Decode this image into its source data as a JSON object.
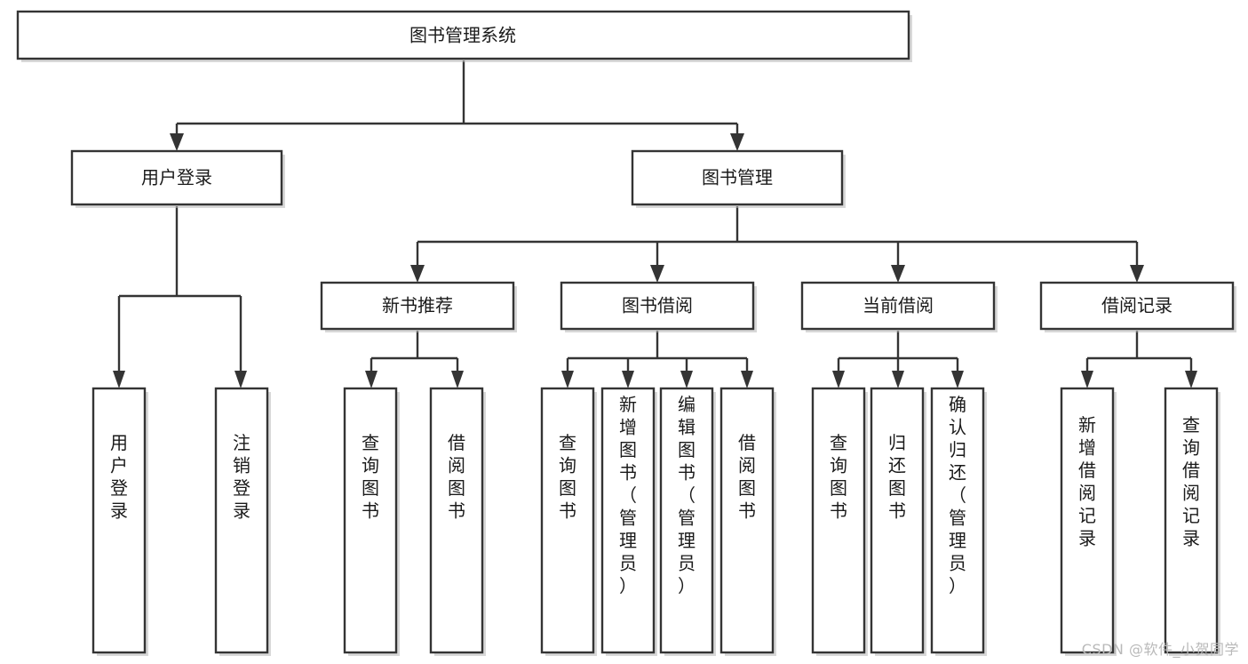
{
  "diagram": {
    "type": "hierarchy-tree",
    "title": "图书管理系统",
    "watermark": "CSDN @软件_小贺同学",
    "colors": {
      "stroke": "#343434",
      "fill": "#ffffff",
      "text": "#1a1a1a",
      "watermark": "#b9b9b9",
      "background": "#ffffff"
    },
    "levels": [
      {
        "level": 1,
        "nodes": [
          {
            "id": "root",
            "label": "图书管理系统",
            "orientation": "horizontal"
          }
        ]
      },
      {
        "level": 2,
        "nodes": [
          {
            "id": "user-login",
            "label": "用户登录",
            "orientation": "horizontal",
            "parent": "root"
          },
          {
            "id": "book-manage",
            "label": "图书管理",
            "orientation": "horizontal",
            "parent": "root"
          }
        ]
      },
      {
        "level": 3,
        "nodes": [
          {
            "id": "new-book-rec",
            "label": "新书推荐",
            "orientation": "horizontal",
            "parent": "book-manage"
          },
          {
            "id": "book-borrow",
            "label": "图书借阅",
            "orientation": "horizontal",
            "parent": "book-manage"
          },
          {
            "id": "current-borrow",
            "label": "当前借阅",
            "orientation": "horizontal",
            "parent": "book-manage"
          },
          {
            "id": "borrow-record",
            "label": "借阅记录",
            "orientation": "horizontal",
            "parent": "book-manage"
          }
        ]
      },
      {
        "level": 4,
        "nodes": [
          {
            "id": "leaf-user-login",
            "label": "用户登录",
            "orientation": "vertical",
            "parent": "user-login"
          },
          {
            "id": "leaf-logout-login",
            "label": "注销登录",
            "orientation": "vertical",
            "parent": "user-login"
          },
          {
            "id": "leaf-query-book-1",
            "label": "查询图书",
            "orientation": "vertical",
            "parent": "new-book-rec"
          },
          {
            "id": "leaf-borrow-book-1",
            "label": "借阅图书",
            "orientation": "vertical",
            "parent": "new-book-rec"
          },
          {
            "id": "leaf-query-book-2",
            "label": "查询图书",
            "orientation": "vertical",
            "parent": "book-borrow"
          },
          {
            "id": "leaf-add-book",
            "label": "新增图书（管理员）",
            "orientation": "vertical",
            "parent": "book-borrow"
          },
          {
            "id": "leaf-edit-book",
            "label": "编辑图书（管理员）",
            "orientation": "vertical",
            "parent": "book-borrow"
          },
          {
            "id": "leaf-borrow-book-2",
            "label": "借阅图书",
            "orientation": "vertical",
            "parent": "book-borrow"
          },
          {
            "id": "leaf-query-book-3",
            "label": "查询图书",
            "orientation": "vertical",
            "parent": "current-borrow"
          },
          {
            "id": "leaf-return-book",
            "label": "归还图书",
            "orientation": "vertical",
            "parent": "current-borrow"
          },
          {
            "id": "leaf-confirm-return",
            "label": "确认归还（管理员）",
            "orientation": "vertical",
            "parent": "current-borrow"
          },
          {
            "id": "leaf-add-record",
            "label": "新增借阅记录",
            "orientation": "vertical",
            "parent": "borrow-record"
          },
          {
            "id": "leaf-query-record",
            "label": "查询借阅记录",
            "orientation": "vertical",
            "parent": "borrow-record"
          }
        ]
      }
    ]
  }
}
